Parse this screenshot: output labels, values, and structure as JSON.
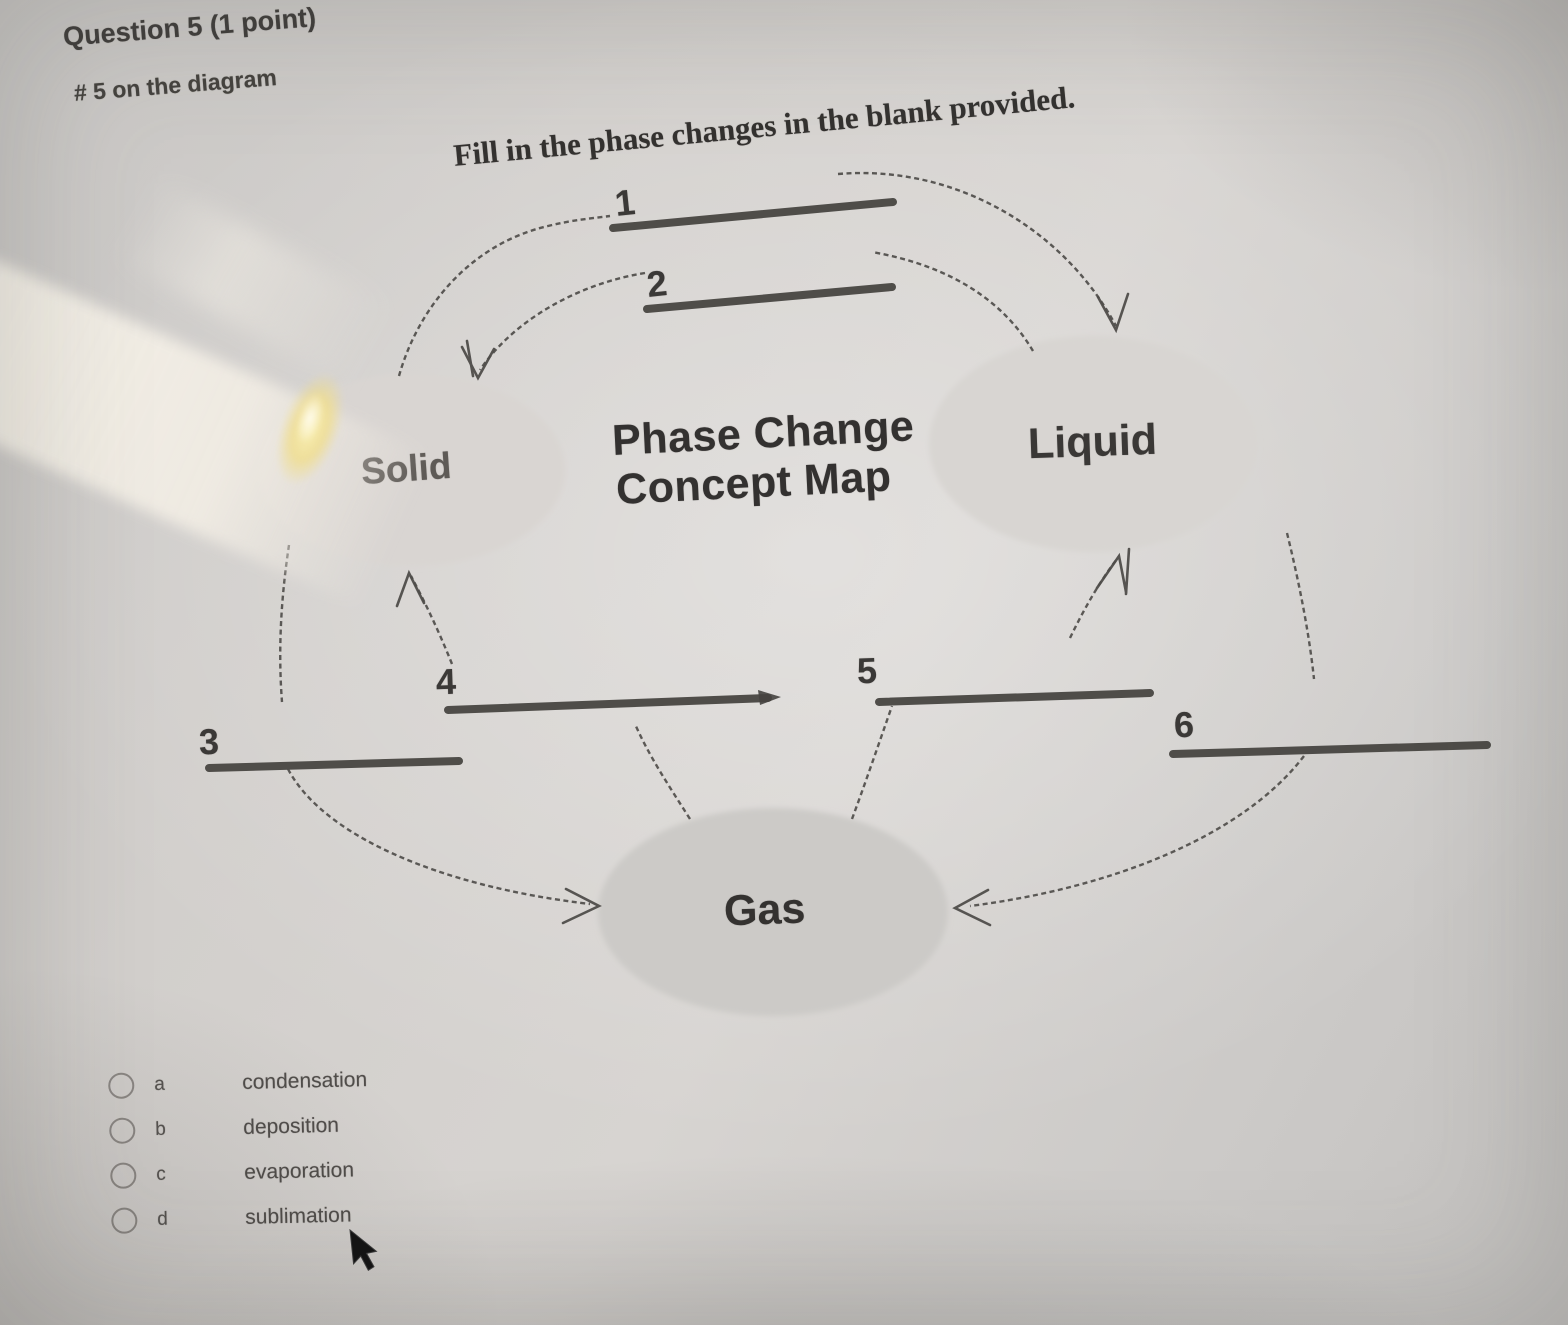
{
  "question": {
    "header": "Question 5 (1 point)",
    "subheader": "# 5 on the diagram",
    "instruction": "Fill in the phase changes in the blank provided."
  },
  "diagram": {
    "title_line1": "Phase Change",
    "title_line2": "Concept Map",
    "nodes": [
      {
        "id": "solid",
        "label": "Solid"
      },
      {
        "id": "liquid",
        "label": "Liquid"
      },
      {
        "id": "gas",
        "label": "Gas"
      }
    ],
    "blanks": [
      {
        "number": "1"
      },
      {
        "number": "2"
      },
      {
        "number": "3"
      },
      {
        "number": "4"
      },
      {
        "number": "5"
      },
      {
        "number": "6"
      }
    ],
    "arrows": [
      {
        "blank": "1",
        "from": "Solid",
        "to": "Liquid"
      },
      {
        "blank": "2",
        "from": "Liquid",
        "to": "Solid"
      },
      {
        "blank": "3",
        "from": "Solid",
        "to": "Gas"
      },
      {
        "blank": "4",
        "from": "Gas",
        "to": "Solid"
      },
      {
        "blank": "5",
        "from": "Gas",
        "to": "Liquid"
      },
      {
        "blank": "6",
        "from": "Liquid",
        "to": "Gas"
      }
    ]
  },
  "options": [
    {
      "letter": "a",
      "label": "condensation"
    },
    {
      "letter": "b",
      "label": "deposition"
    },
    {
      "letter": "c",
      "label": "evaporation"
    },
    {
      "letter": "d",
      "label": "sublimation"
    }
  ],
  "colors": {
    "ink_text": "#3b3937",
    "blank_line": "#45433f",
    "arrow_line": "#4f4d4a",
    "glare_yellow": "#eeda8c"
  }
}
